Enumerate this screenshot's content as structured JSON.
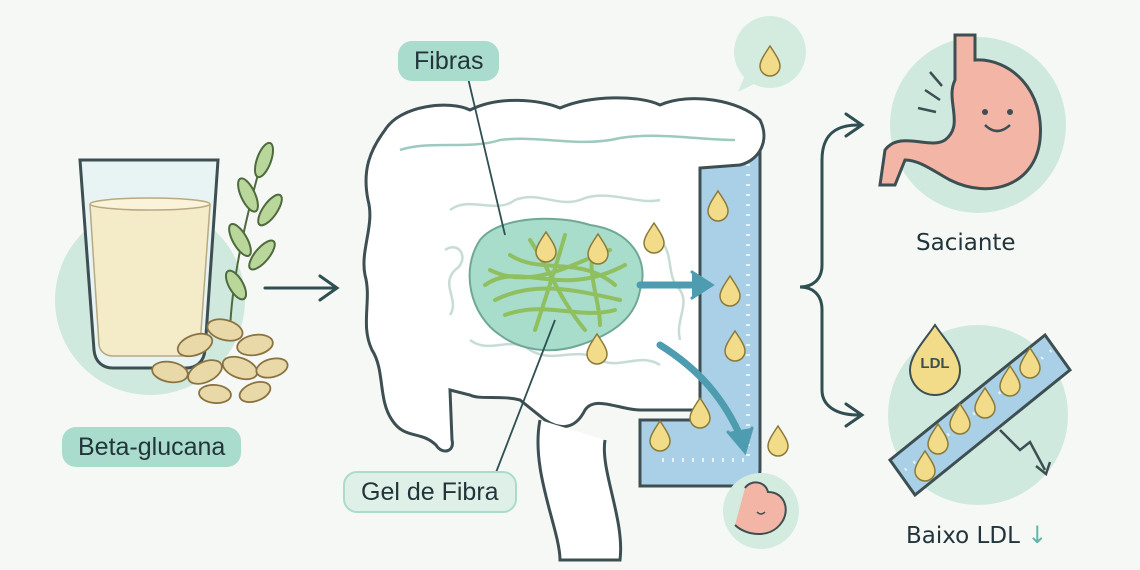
{
  "labels": {
    "fibras": "Fibras",
    "beta_glucana": "Beta-glucana",
    "gel_de_fibra": "Gel de Fibra",
    "saciante": "Saciante",
    "baixo_ldl": "Baixo LDL",
    "ldl_badge": "LDL"
  },
  "icons": {
    "down_arrow_glyph": "↓"
  },
  "colors": {
    "accent_mint": "#a9dccc",
    "circle_bg": "#cfe9de",
    "blood_vessel": "#a9d0e6",
    "fat_droplet": "#f2dc8a",
    "stomach": "#f3b6a6",
    "fiber_strands": "#9cc76a",
    "outline": "#3d4f52"
  }
}
